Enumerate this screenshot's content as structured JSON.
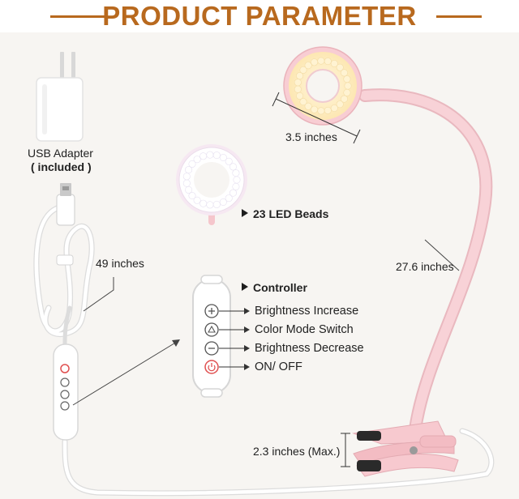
{
  "header": {
    "title": "PRODUCT PARAMETER"
  },
  "adapter": {
    "label": "USB Adapter",
    "note": "( included )"
  },
  "dimensions": {
    "ring_width": "3.5 inches",
    "cable_length": "49 inches",
    "gooseneck_length": "27.6 inches",
    "clip_opening": "2.3 inches (Max.)"
  },
  "led": {
    "label": "23 LED Beads"
  },
  "controller": {
    "title": "Controller",
    "buttons": [
      {
        "label": "Brightness Increase",
        "icon": "plus-icon"
      },
      {
        "label": "Color Mode Switch",
        "icon": "color-mode-icon"
      },
      {
        "label": "Brightness Decrease",
        "icon": "minus-icon"
      },
      {
        "label": "ON/ OFF",
        "icon": "power-icon"
      }
    ]
  },
  "colors": {
    "title": "#b8691e",
    "lamp_pink": "#f5c6cc",
    "power_red": "#e05050",
    "warm_led": "#fff1c8",
    "cool_led": "#ffffff"
  }
}
